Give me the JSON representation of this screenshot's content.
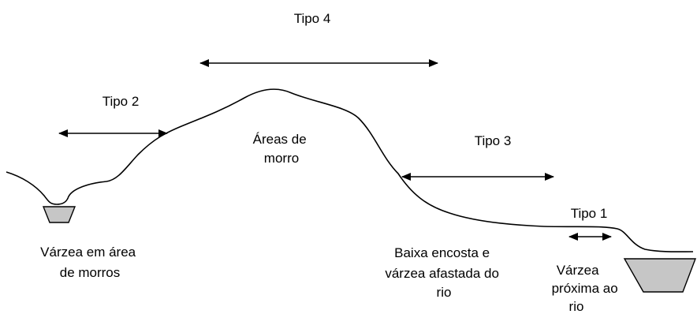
{
  "labels": {
    "tipo4": "Tipo 4",
    "tipo2": "Tipo 2",
    "tipo3": "Tipo 3",
    "tipo1": "Tipo 1",
    "areas_de_morro": [
      "Áreas de",
      "morro"
    ],
    "varzea_morros": [
      "Várzea em área",
      "de morros"
    ],
    "baixa_encosta": [
      "Baixa encosta e",
      "várzea afastada do",
      "rio"
    ],
    "varzea_proxima": [
      "Várzea",
      "próxima  ao",
      "rio"
    ]
  },
  "colors": {
    "line": "#000000",
    "basin_fill": "#c6c6c6"
  }
}
